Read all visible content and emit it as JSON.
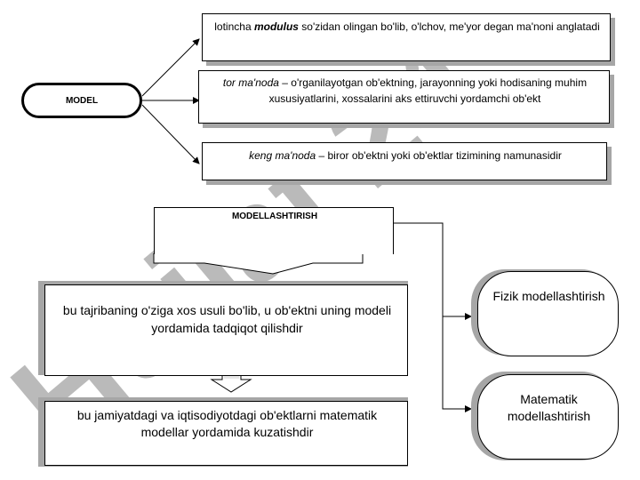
{
  "model": {
    "label": "MODEL"
  },
  "definitions": [
    {
      "prefix": "lotincha ",
      "emph": "modulus",
      "text": " so'zidan olingan bo'lib, o'lchov, me'yor degan ma'noni anglatadi"
    },
    {
      "emph": "tor ma'noda",
      "text": "  – o'rganilayotgan ob'ektning, jarayonning yoki hodisaning muhim xususiyatlarini, xossalarini aks ettiruvchi yordamchi ob'ekt"
    },
    {
      "emph": "keng ma'noda",
      "text": " – biror ob'ektni yoki ob'ektlar tizimining namunasidir"
    }
  ],
  "modellashtirish": {
    "label": "MODELLASHTIRISH"
  },
  "descriptions": [
    "bu tajribaning o'ziga xos usuli bo'lib, u ob'ektni uning modeli yordamida tadqiqot qilishdir",
    "bu jamiyatdagi va iqtisodiyotdagi ob'ektlarni matematik modellar yordamida kuzatishdir"
  ],
  "types": [
    "Fizik modellashtirish",
    "Matematik modellashtirish"
  ],
  "watermark": "Hujjat 24",
  "colors": {
    "watermark_gray": "#b3b3b3",
    "watermark_violet": "#d9b3ff",
    "shadow": "#a6a6a6"
  }
}
